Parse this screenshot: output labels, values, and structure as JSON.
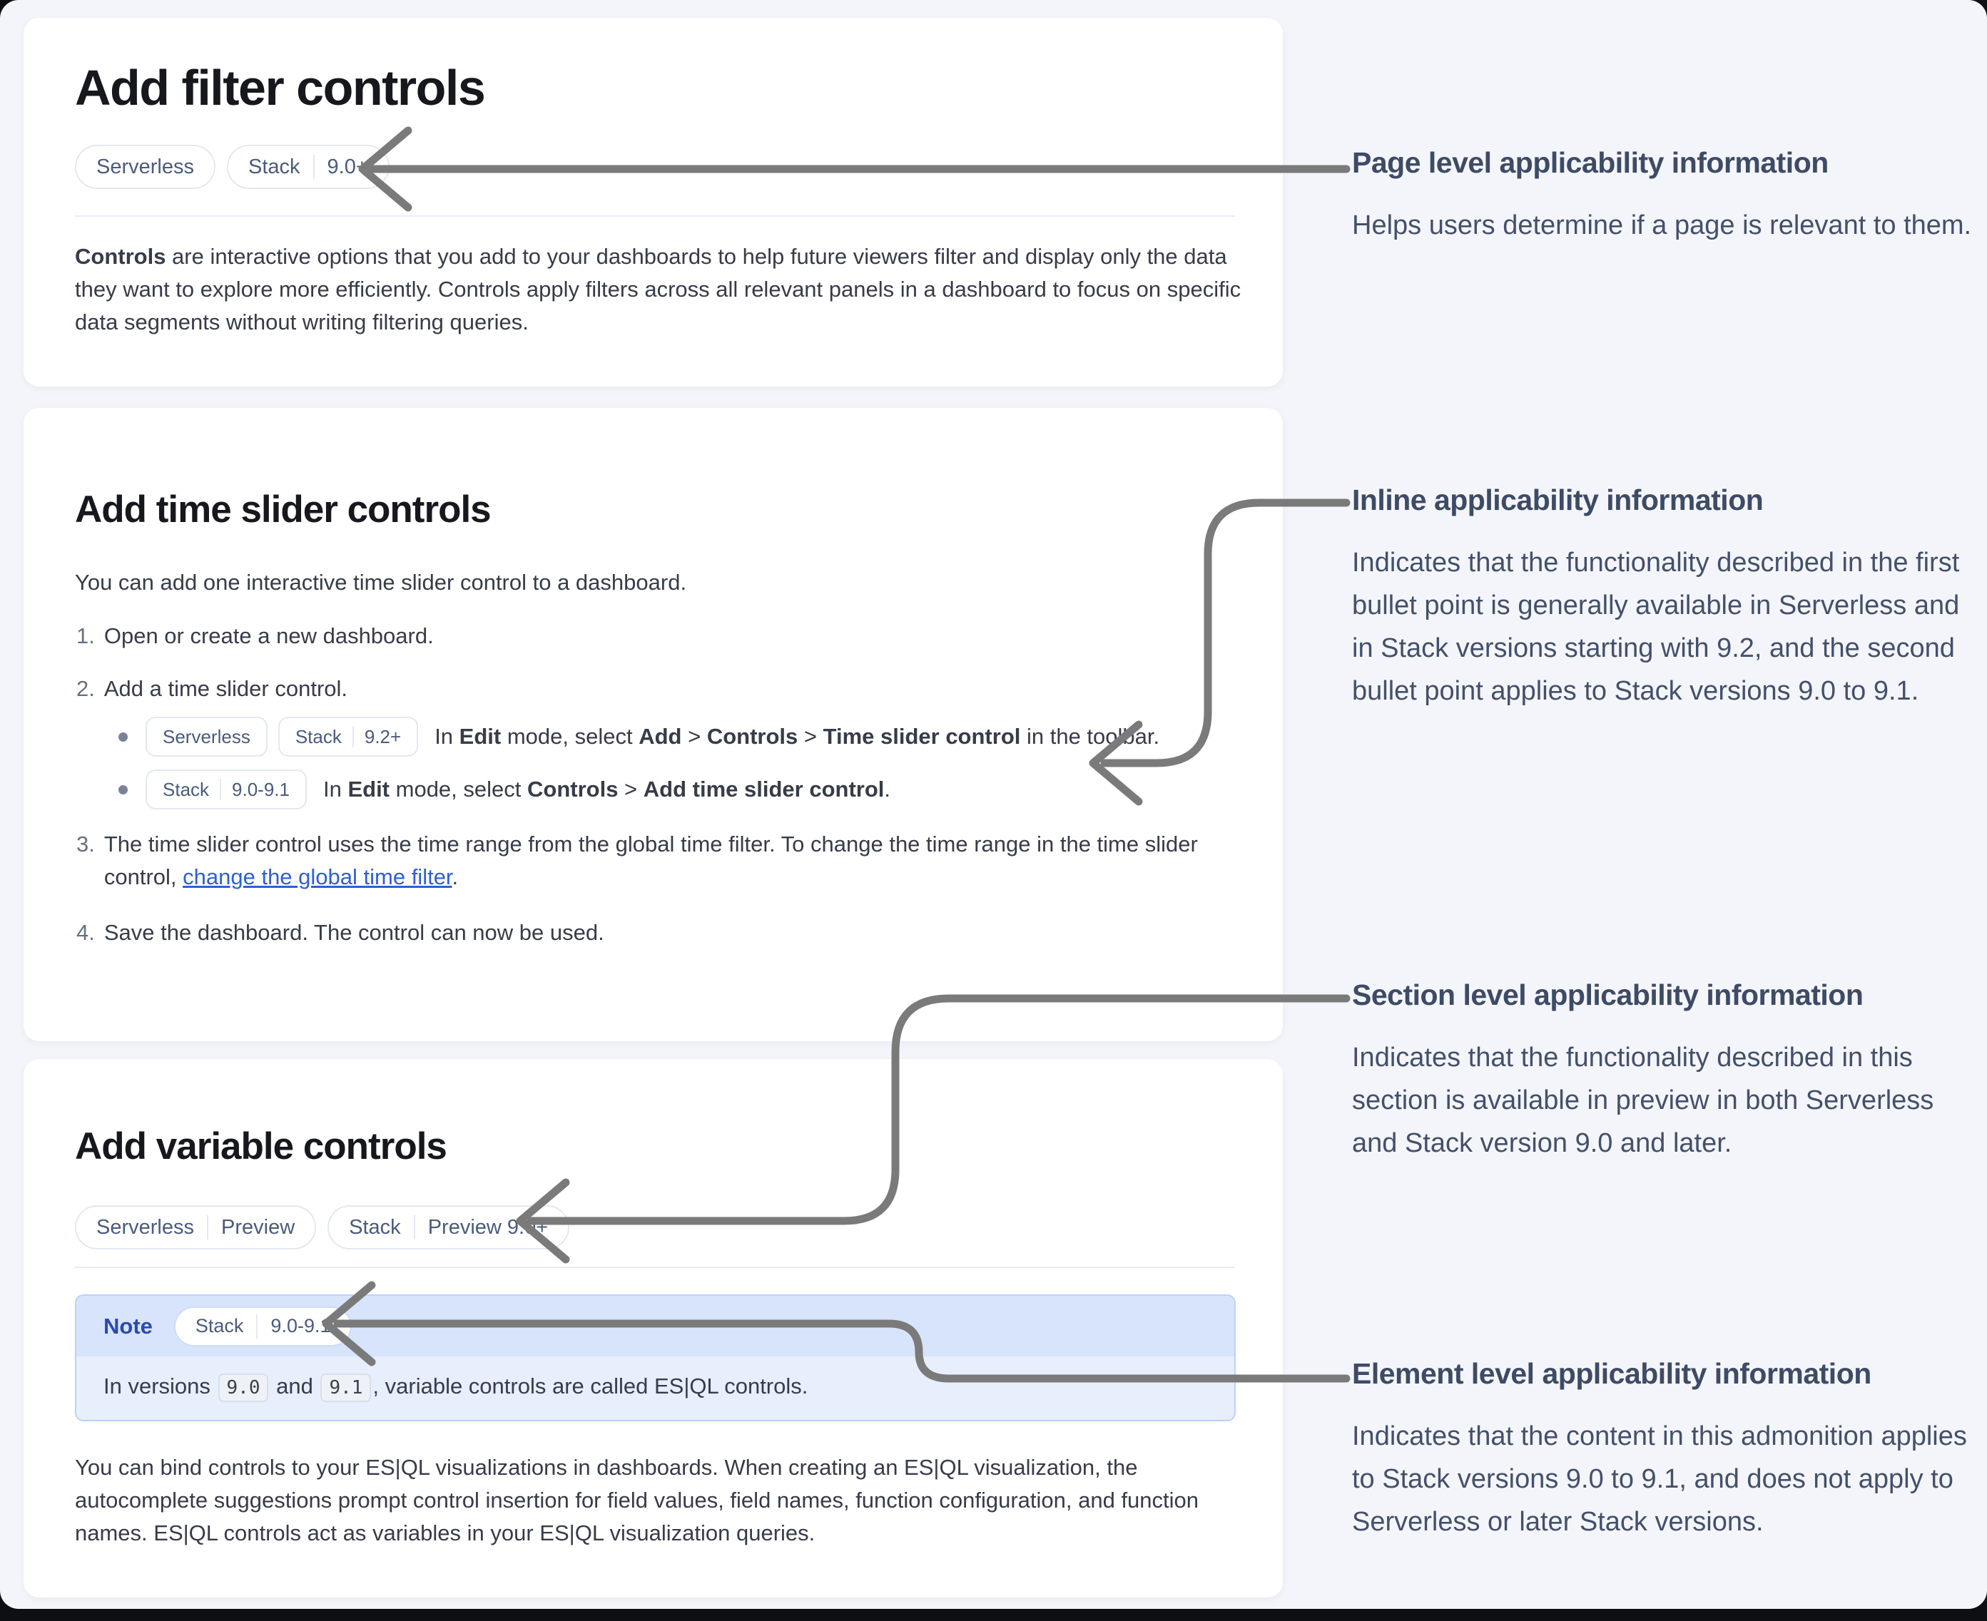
{
  "colors": {
    "page_bg": "#f4f5fa",
    "card_bg": "#ffffff",
    "arrow": "#7a7a7a",
    "link": "#2e5fd7",
    "note_title_blue": "#2b4bad",
    "note_border": "#bcd2f7",
    "note_header_bg": "#d7e4fb",
    "note_body_bg": "#e7eefc",
    "badge_text": "#4b5b7d"
  },
  "cards": [
    {
      "title": "Add filter controls",
      "badges": [
        [
          "Serverless"
        ],
        [
          "Stack",
          "9.0+"
        ]
      ],
      "intro_runs": [
        {
          "t": "Controls",
          "b": true
        },
        {
          "t": " are interactive options that you add to your dashboards to help future viewers filter and display only the data they want to explore more efficiently. Controls apply filters across all relevant panels in a dashboard to focus on specific data segments without writing filtering queries."
        }
      ]
    },
    {
      "title": "Add time slider controls",
      "intro": "You can add one interactive time slider control to a dashboard.",
      "steps": [
        {
          "num": "1.",
          "text": "Open or create a new dashboard."
        },
        {
          "num": "2.",
          "text": "Add a time slider control."
        },
        {
          "num": "3.",
          "runs": [
            {
              "t": "The time slider control uses the time range from the global time filter. To change the time range in the time slider control, "
            },
            {
              "t": "change the global time filter",
              "link": true
            },
            {
              "t": "."
            }
          ]
        },
        {
          "num": "4.",
          "text": "Save the dashboard. The control can now be used."
        }
      ],
      "bullets": [
        {
          "badges": [
            [
              "Serverless"
            ],
            [
              "Stack",
              "9.2+"
            ]
          ],
          "runs": [
            {
              "t": "In "
            },
            {
              "t": "Edit",
              "b": true
            },
            {
              "t": " mode, select "
            },
            {
              "t": "Add",
              "b": true
            },
            {
              "t": " > "
            },
            {
              "t": "Controls",
              "b": true
            },
            {
              "t": " > "
            },
            {
              "t": "Time slider control",
              "b": true
            },
            {
              "t": " in the toolbar."
            }
          ]
        },
        {
          "badges": [
            [
              "Stack",
              "9.0-9.1"
            ]
          ],
          "runs": [
            {
              "t": "In "
            },
            {
              "t": "Edit",
              "b": true
            },
            {
              "t": " mode, select "
            },
            {
              "t": "Controls",
              "b": true
            },
            {
              "t": " > "
            },
            {
              "t": "Add time slider control",
              "b": true
            },
            {
              "t": "."
            }
          ]
        }
      ]
    },
    {
      "title": "Add variable controls",
      "badges": [
        [
          "Serverless",
          "Preview"
        ],
        [
          "Stack",
          "Preview 9.0+"
        ]
      ],
      "note": {
        "label": "Note",
        "badge": [
          "Stack",
          "9.0-9.1"
        ],
        "runs": [
          {
            "t": "In versions "
          },
          {
            "t": "9.0",
            "code": true
          },
          {
            "t": " and "
          },
          {
            "t": "9.1",
            "code": true
          },
          {
            "t": ", variable controls are called ES|QL controls."
          }
        ]
      },
      "paragraph": "You can bind controls to your ES|QL visualizations in dashboards. When creating an ES|QL visualization, the autocomplete suggestions prompt control insertion for field values, field names, function configuration, and function names. ES|QL controls act as variables in your ES|QL visualization queries."
    }
  ],
  "annotations": [
    {
      "title": "Page level applicability information",
      "body": "Helps users determine if a page is relevant to them."
    },
    {
      "title": "Inline applicability information",
      "body": "Indicates that the functionality described in the first bullet point is generally available in Serverless and in Stack versions starting with 9.2, and the second bullet point applies to Stack versions 9.0 to 9.1."
    },
    {
      "title": "Section level applicability information",
      "body": "Indicates that the functionality described in this section is available in preview in both Serverless and Stack version 9.0 and later."
    },
    {
      "title": "Element level applicability information",
      "body": "Indicates that the content in this admonition applies to Stack versions 9.0 to 9.1, and does not apply to Serverless or later Stack versions."
    }
  ]
}
